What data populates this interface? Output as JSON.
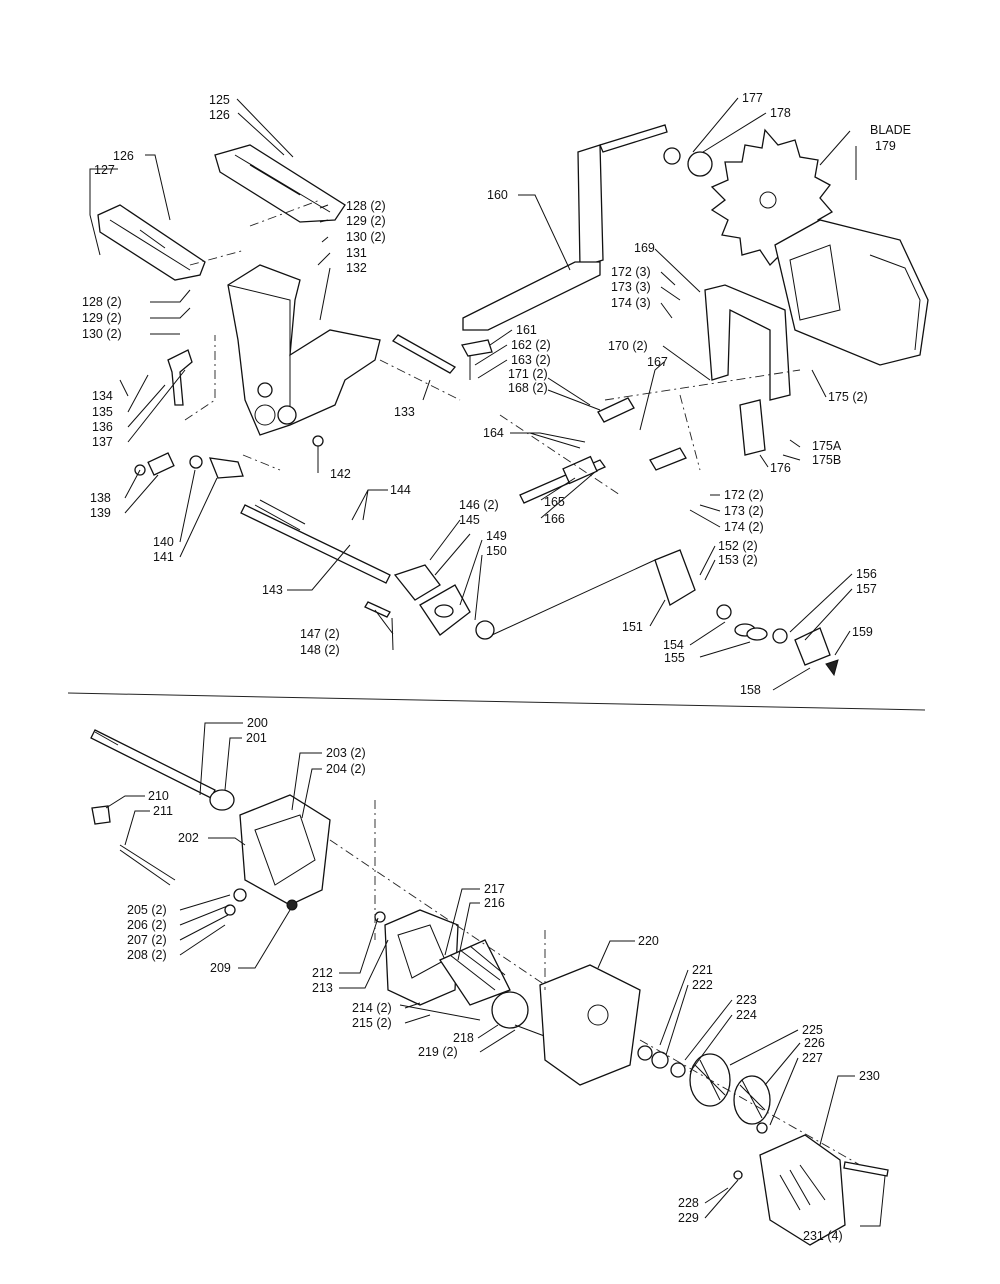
{
  "upper": {
    "labels": [
      "125",
      "126",
      "126",
      "127",
      "128 (2)",
      "129 (2)",
      "130 (2)",
      "131",
      "132",
      "128 (2)",
      "129 (2)",
      "130 (2)",
      "133",
      "134",
      "135",
      "136",
      "137",
      "138",
      "139",
      "140",
      "141",
      "142",
      "143",
      "144",
      "145",
      "146 (2)",
      "147 (2)",
      "148 (2)",
      "149",
      "150",
      "151",
      "152 (2)",
      "153 (2)",
      "154",
      "155",
      "156",
      "157",
      "158",
      "159",
      "160",
      "161",
      "162 (2)",
      "163 (2)",
      "164",
      "165",
      "166",
      "167",
      "168 (2)",
      "169",
      "170 (2)",
      "171 (2)",
      "172 (3)",
      "173 (3)",
      "174 (3)",
      "172 (2)",
      "173 (2)",
      "174 (2)",
      "175 (2)",
      "175A",
      "175B",
      "176",
      "177",
      "178",
      "BLADE",
      "179"
    ]
  },
  "lower": {
    "labels": [
      "200",
      "201",
      "202",
      "203 (2)",
      "204 (2)",
      "205 (2)",
      "206 (2)",
      "207 (2)",
      "208 (2)",
      "209",
      "210",
      "211",
      "212",
      "213",
      "214 (2)",
      "215 (2)",
      "216",
      "217",
      "218",
      "219 (2)",
      "220",
      "221",
      "222",
      "223",
      "224",
      "225",
      "226",
      "227",
      "228",
      "229",
      "230",
      "231 (4)"
    ]
  }
}
